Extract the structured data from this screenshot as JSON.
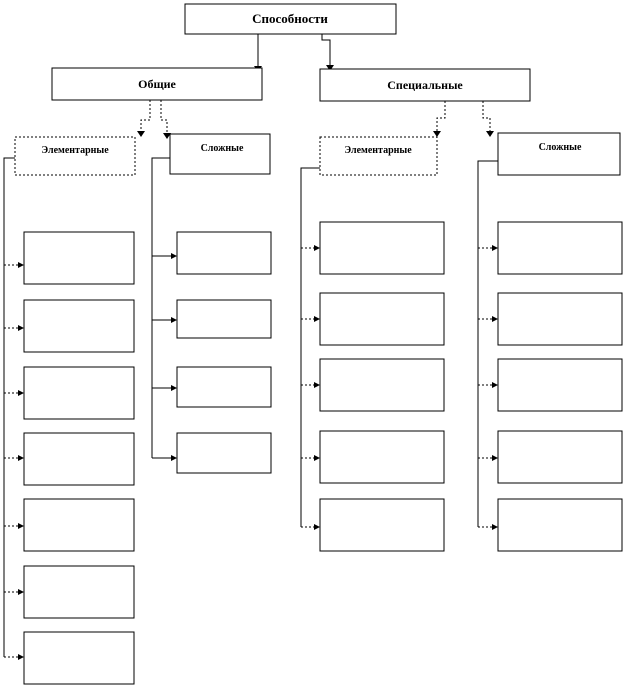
{
  "diagram": {
    "root": {
      "label": "Способности"
    },
    "general": {
      "label": "Общие",
      "elementary": {
        "label": "Элементарные",
        "items": 7
      },
      "complex": {
        "label": "Сложные",
        "items": 4
      }
    },
    "special": {
      "label": "Специальные",
      "elementary": {
        "label": "Элементарные",
        "items": 5
      },
      "complex": {
        "label": "Сложные",
        "items": 5
      }
    }
  }
}
